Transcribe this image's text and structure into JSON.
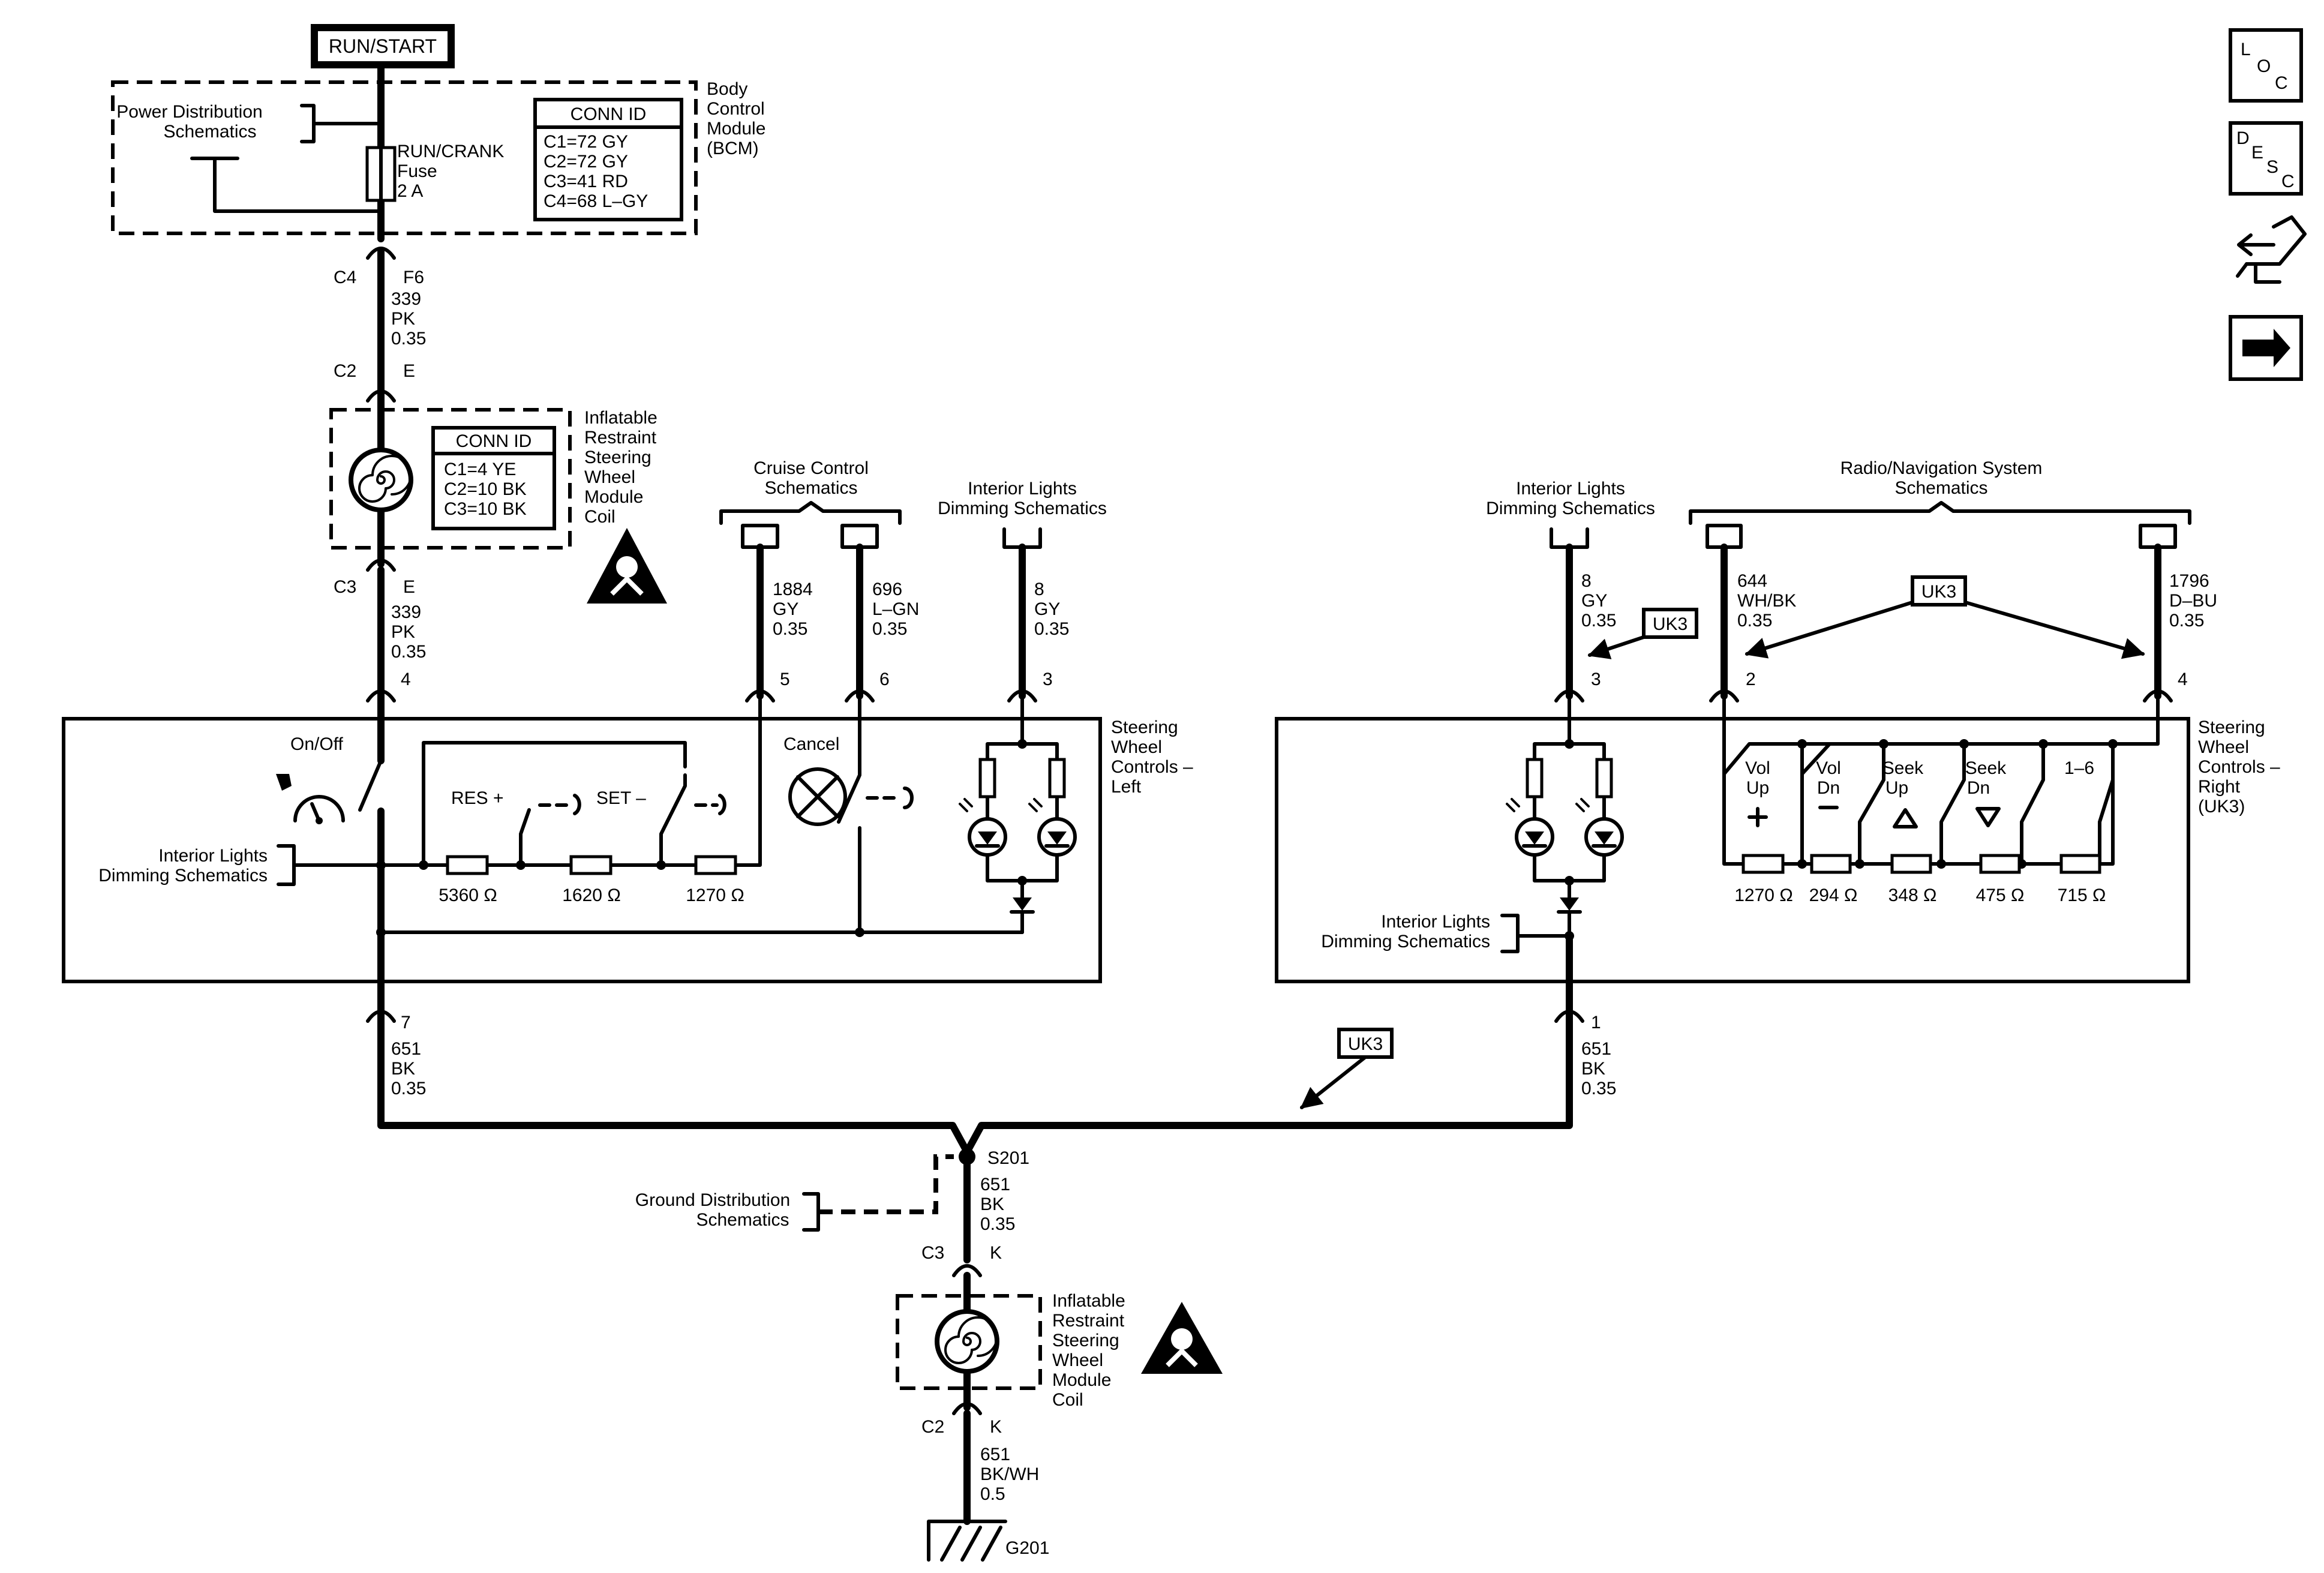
{
  "nav_icons": {
    "loc": [
      "L",
      "O",
      "C"
    ],
    "desc": [
      "D",
      "E",
      "S",
      "C"
    ]
  },
  "run_start": "RUN/START",
  "bcm": {
    "label": [
      "Body",
      "Control",
      "Module",
      "(BCM)"
    ],
    "power_dist": [
      "Power Distribution",
      "Schematics"
    ],
    "fuse": [
      "RUN/CRANK",
      "Fuse",
      "2 A"
    ],
    "conn_title": "CONN ID",
    "conn": [
      "C1=72 GY",
      "C2=72 GY",
      "C3=41 RD",
      "C4=68 L–GY"
    ]
  },
  "pins": {
    "c4": "C4",
    "f6": "F6",
    "c2_top": "C2",
    "e_top": "E",
    "c3_mid": "C3",
    "e_mid": "E",
    "c3_bot": "C3",
    "k_top": "K",
    "c2_bot": "C2",
    "k_bot": "K"
  },
  "wires": {
    "w339a": [
      "339",
      "PK",
      "0.35"
    ],
    "w339b": [
      "339",
      "PK",
      "0.35"
    ],
    "w1884": [
      "1884",
      "GY",
      "0.35"
    ],
    "w696": [
      "696",
      "L–GN",
      "0.35"
    ],
    "w8l": [
      "8",
      "GY",
      "0.35"
    ],
    "w651l": [
      "651",
      "BK",
      "0.35"
    ],
    "w8r": [
      "8",
      "GY",
      "0.35"
    ],
    "w644": [
      "644",
      "WH/BK",
      "0.35"
    ],
    "w1796": [
      "1796",
      "D–BU",
      "0.35"
    ],
    "w651r": [
      "651",
      "BK",
      "0.35"
    ],
    "w651s": [
      "651",
      "BK",
      "0.35"
    ],
    "w651g": [
      "651",
      "BK/WH",
      "0.5"
    ]
  },
  "coil": {
    "label": [
      "Inflatable",
      "Restraint",
      "Steering",
      "Wheel",
      "Module",
      "Coil"
    ],
    "conn_title": "CONN ID",
    "conn": [
      "C1=4 YE",
      "C2=10 BK",
      "C3=10 BK"
    ]
  },
  "coil_bottom_label": [
    "Inflatable",
    "Restraint",
    "Steering",
    "Wheel",
    "Module",
    "Coil"
  ],
  "cruise": [
    "Cruise Control",
    "Schematics"
  ],
  "int_lights_top_l": [
    "Interior Lights",
    "Dimming Schematics"
  ],
  "int_lights_top_r": [
    "Interior Lights",
    "Dimming Schematics"
  ],
  "radio_nav": [
    "Radio/Navigation System",
    "Schematics"
  ],
  "left": {
    "label": [
      "Steering",
      "Wheel",
      "Controls –",
      "Left"
    ],
    "pins": [
      "4",
      "5",
      "6",
      "3",
      "7"
    ],
    "on_off": "On/Off",
    "res": "RES +",
    "set": "SET –",
    "cancel": "Cancel",
    "int_lights": [
      "Interior Lights",
      "Dimming Schematics"
    ],
    "resistors": [
      "5360 Ω",
      "1620 Ω",
      "1270 Ω"
    ]
  },
  "right": {
    "label": [
      "Steering",
      "Wheel",
      "Controls –",
      "Right",
      "(UK3)"
    ],
    "pins": [
      "3",
      "2",
      "4",
      "1"
    ],
    "switches": [
      [
        "Vol",
        "Up"
      ],
      [
        "Vol",
        "Dn"
      ],
      [
        "Seek",
        "Up"
      ],
      [
        "Seek",
        "Dn"
      ],
      [
        "1–6"
      ]
    ],
    "resistors": [
      "1270 Ω",
      "294 Ω",
      "348 Ω",
      "475 Ω",
      "715 Ω"
    ],
    "int_lights": [
      "Interior Lights",
      "Dimming Schematics"
    ]
  },
  "uk3_tags": [
    "UK3",
    "UK3",
    "UK3"
  ],
  "splice": "S201",
  "ground_dist": [
    "Ground Distribution",
    "Schematics"
  ],
  "ground": "G201"
}
